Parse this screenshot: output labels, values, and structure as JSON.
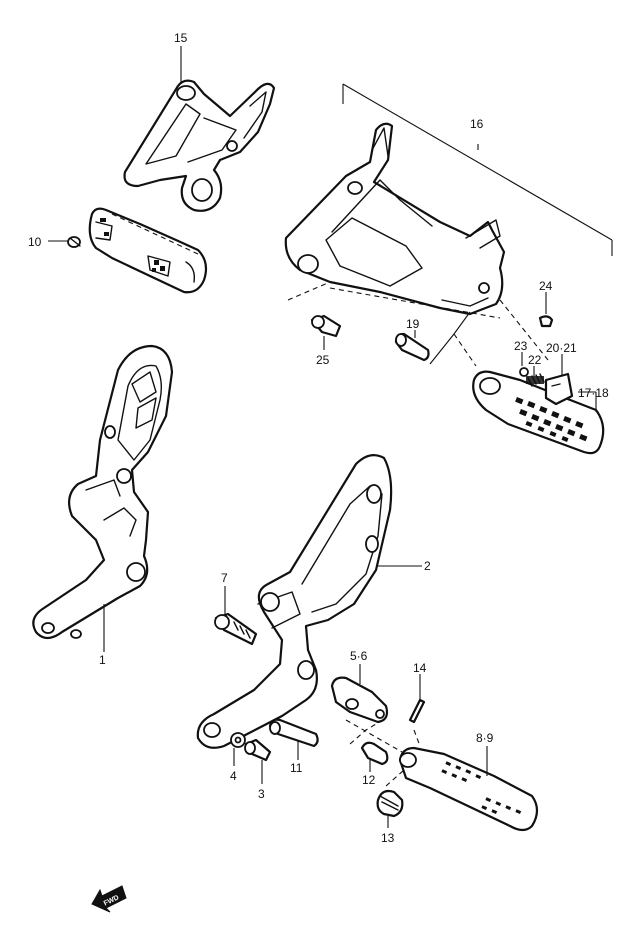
{
  "labels": {
    "p1": "1",
    "p2": "2",
    "p3": "3",
    "p4": "4",
    "p5_6": "5·6",
    "p7": "7",
    "p8_9": "8·9",
    "p10": "10",
    "p11": "11",
    "p12": "12",
    "p13": "13",
    "p14": "14",
    "p15": "15",
    "p16": "16",
    "p17_18": "17·18",
    "p19": "19",
    "p20_21": "20·21",
    "p22": "22",
    "p23": "23",
    "p24": "24",
    "p25": "25"
  },
  "fwd_arrow": {
    "text": "FWD",
    "icon": "forward-arrow-icon"
  }
}
